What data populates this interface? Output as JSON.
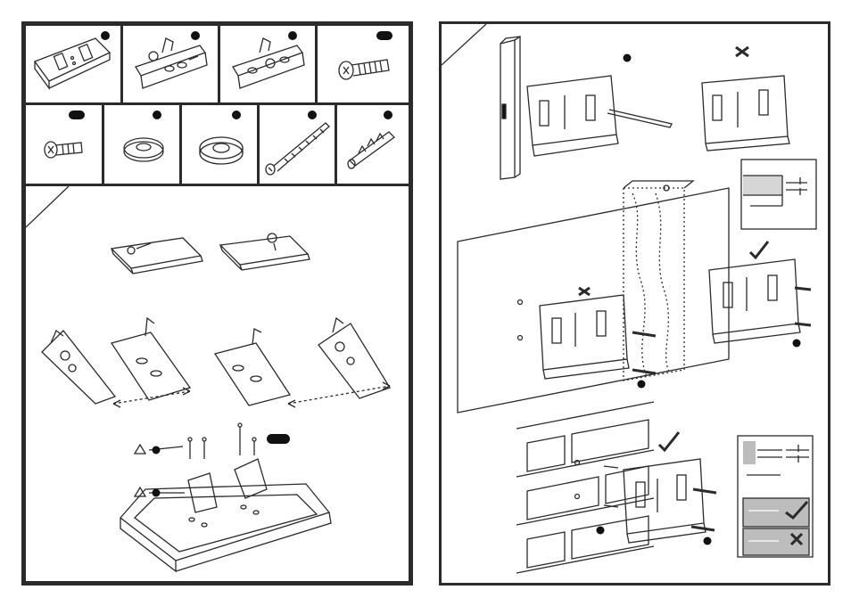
{
  "left_page": {
    "parts_row1": [
      {
        "icon": "vesa-bracket-flat-icon",
        "marker": "dot"
      },
      {
        "icon": "arm-bracket-left-icon",
        "marker": "dot"
      },
      {
        "icon": "arm-bracket-right-icon",
        "marker": "dot"
      },
      {
        "icon": "machine-screw-icon",
        "marker": "pill"
      }
    ],
    "parts_row2": [
      {
        "icon": "short-screw-icon",
        "marker": "pill"
      },
      {
        "icon": "spacer-icon",
        "marker": "dot"
      },
      {
        "icon": "washer-icon",
        "marker": "dot"
      },
      {
        "icon": "lag-bolt-icon",
        "marker": "dot"
      },
      {
        "icon": "wall-anchor-icon",
        "marker": "dot"
      }
    ],
    "step": {
      "icon": "tv-arm-assembly-icon"
    }
  },
  "right_page": {
    "panels": [
      {
        "icon": "stud-finder-icon"
      },
      {
        "icon": "wrong-mark-icon"
      },
      {
        "icon": "correct-mark-icon"
      },
      {
        "icon": "brick-wall-icon"
      }
    ]
  },
  "colors": {
    "line": "#2b2b2b",
    "fill_gray": "#bdbdbd",
    "wood": "#d6d6d6"
  }
}
